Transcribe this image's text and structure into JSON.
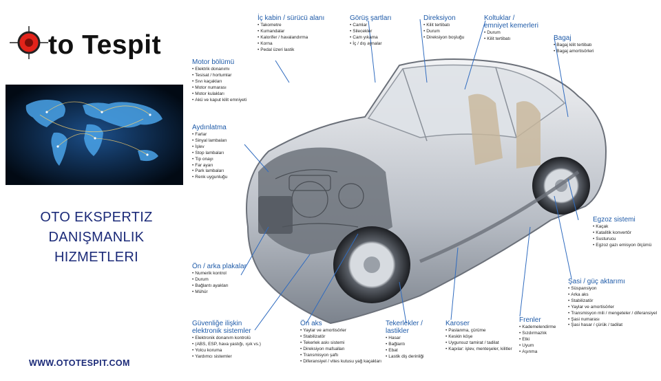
{
  "brand": {
    "logo_text": "to Tespit",
    "tagline": [
      "OTO EKSPERTIZ",
      "DANIŞMANLIK",
      "HIZMETLERI"
    ],
    "website": "WWW.OTOTESPIT.COM",
    "colors": {
      "logo_red": "#e2231a",
      "tagline_blue": "#1b2a78",
      "label_blue": "#1e5aa8"
    }
  },
  "groups": [
    {
      "id": "ic-kabin",
      "title": [
        "İç kabin / sürücü alanı"
      ],
      "items": [
        "Takometre",
        "Kumandalar",
        "Kalorifer / havalandırma",
        "Korna",
        "Pedal üzeri lastik"
      ]
    },
    {
      "id": "gorus",
      "title": [
        "Görüş şartları"
      ],
      "items": [
        "Camlar",
        "Silecekler",
        "Cam yıkama",
        "İç / dış aynalar"
      ]
    },
    {
      "id": "direksiyon",
      "title": [
        "Direksiyon"
      ],
      "items": [
        "Kilit tertibatı",
        "Durum",
        "Direksiyon boşluğu"
      ]
    },
    {
      "id": "koltuklar",
      "title": [
        "Koltuklar /",
        "emniyet kemerleri"
      ],
      "items": [
        "Durum",
        "Kilit tertibatı"
      ]
    },
    {
      "id": "bagaj",
      "title": [
        "Bagaj"
      ],
      "items": [
        "Bagaj kilit tertibatı",
        "Bagaj amortisörleri"
      ]
    },
    {
      "id": "motor",
      "title": [
        "Motor bölümü"
      ],
      "items": [
        "Elektrik donanımı",
        "Tesisat / hortumlar",
        "Sıvı kaçakları",
        "Motor numarası",
        "Motor kulakları",
        "Akü ve kaput kilit emniyeti"
      ]
    },
    {
      "id": "aydinlatma",
      "title": [
        "Aydınlatma"
      ],
      "items": [
        "Farlar",
        "Sinyal lambaları",
        "İşlev",
        "Stop lambaları",
        "Tip onayı",
        "Far ayarı",
        "Park lambaları",
        "Renk uygunluğu"
      ]
    },
    {
      "id": "egzoz",
      "title": [
        "Egzoz sistemi"
      ],
      "items": [
        "Kaçak",
        "Katalitik konvertör",
        "Susturucu",
        "Egzoz gazı emisyon ölçümü"
      ]
    },
    {
      "id": "plakalar",
      "title": [
        "Ön / arka plakalar"
      ],
      "items": [
        "Numerik kontrol",
        "Durum",
        "Bağlantı ayakları",
        "Mühür"
      ]
    },
    {
      "id": "sasi",
      "title": [
        "Şasi / güç aktarımı"
      ],
      "items": [
        "Süspansiyon",
        "Arka aks",
        "Stabilizatör",
        "Yaylar ve amortisörler",
        "Transmisyon mili / mengeteler / diferansiyel",
        "Şasi numarası",
        "Şasi hasar / çürük / tadilat"
      ]
    },
    {
      "id": "guvenlik",
      "title": [
        "Güvenliğe ilişkin",
        "elektronik sistemler"
      ],
      "items": [
        "Elektronik donanım kontrolü",
        "(ABS, ESP, hava yastığı, ışık vs.)",
        "Yolcu koruma",
        "Yardımcı sistemler"
      ]
    },
    {
      "id": "on-aks",
      "title": [
        "Ön aks"
      ],
      "items": [
        "Yaylar ve amortisörler",
        "Stabilizatör",
        "Tekerlek askı sistemi",
        "Direksiyon mafsalları",
        "Transmisyon şaftı",
        "Diferansiyel / vites kutusu yağ kaçakları"
      ]
    },
    {
      "id": "tekerlekler",
      "title": [
        "Tekerlekler /",
        "lastikler"
      ],
      "items": [
        "Hasar",
        "Bağlantı",
        "Ebat",
        "Lastik diş derinliği"
      ]
    },
    {
      "id": "karoser",
      "title": [
        "Karoser"
      ],
      "items": [
        "Paslanma, çürüme",
        "Keskin köşe",
        "Uygunsuz tamirat / tadilat",
        "Kapılar: işlev, menteşeler, kilitler"
      ]
    },
    {
      "id": "frenler",
      "title": [
        "Frenler"
      ],
      "items": [
        "Kademelendirme",
        "Sızdırmazlık",
        "Etki",
        "Uyum",
        "Aşınma"
      ]
    }
  ]
}
